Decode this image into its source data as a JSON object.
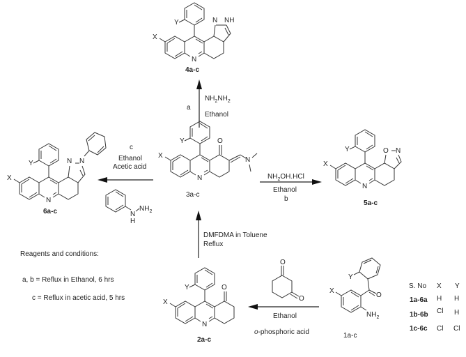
{
  "compounds": {
    "c4": {
      "label": "4a-c",
      "ring_atoms": [
        "N",
        "NH"
      ],
      "substituents": [
        "X",
        "Y",
        "N"
      ]
    },
    "c6": {
      "label": "6a-c",
      "ring_atoms": [
        "N",
        "N"
      ],
      "substituents": [
        "X",
        "Y",
        "N"
      ]
    },
    "c3": {
      "label": "3a-c",
      "atoms": [
        "O",
        "N"
      ],
      "substituents": [
        "X",
        "Y",
        "N"
      ]
    },
    "c5": {
      "label": "5a-c",
      "ring_atoms": [
        "O",
        "N"
      ],
      "substituents": [
        "X",
        "Y",
        "N"
      ]
    },
    "c2": {
      "label": "2a-c",
      "atoms": [
        "O"
      ],
      "substituents": [
        "X",
        "Y",
        "N"
      ]
    },
    "c1": {
      "label": "1a-c",
      "atoms": [
        "O",
        "NH2"
      ],
      "substituents": [
        "X",
        "Y"
      ]
    },
    "dione": {
      "atoms": [
        "O",
        "O"
      ]
    },
    "phenylhydrazine": {
      "atoms": [
        "N",
        "H",
        "NH2"
      ]
    }
  },
  "arrows": {
    "a": {
      "label": "a",
      "reagent": "NH2NH2",
      "solvent": "Ethanol"
    },
    "c": {
      "label": "c",
      "line1": "Ethanol",
      "line2": "Acetic acid"
    },
    "b": {
      "reagent": "NH2OH.HCl",
      "solvent": "Ethanol",
      "label": "b"
    },
    "dmf": {
      "line1": "DMFDMA in Toluene",
      "line2": "Reflux"
    },
    "cond": {
      "solvent": "Ethanol",
      "catalyst_prefix": "o",
      "catalyst_rest": "-phosphoric acid"
    }
  },
  "reagents_conditions": {
    "title": "Reagents and conditions:",
    "lines": [
      "a, b = Reflux in Ethanol, 6 hrs",
      "c = Reflux in acetic acid, 5 hrs"
    ]
  },
  "sub_table": {
    "headers": [
      "S. No",
      "X",
      "Y"
    ],
    "rows": [
      [
        "1a-6a",
        "H",
        "H"
      ],
      [
        "1b-6b",
        "Cl",
        "H"
      ],
      [
        "1c-6c",
        "Cl",
        "Cl"
      ]
    ]
  }
}
